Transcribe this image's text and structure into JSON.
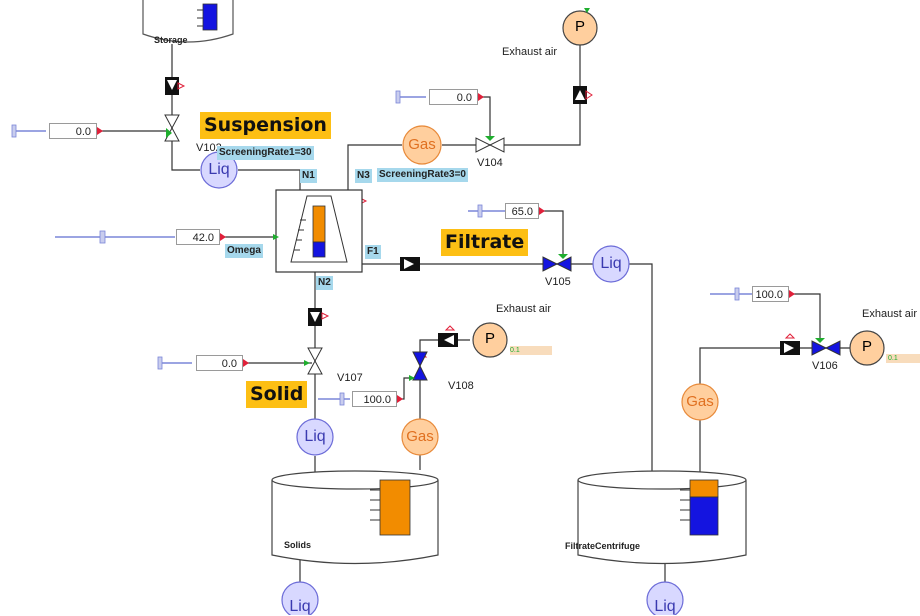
{
  "storage": {
    "label": "Storage"
  },
  "exhaust_top": {
    "label": "Exhaust air",
    "pump": "P"
  },
  "exhaust_mid": {
    "label": "Exhaust air",
    "pump": "P",
    "tail": "0.1"
  },
  "exhaust_right": {
    "label": "Exhaust air",
    "pump": "P",
    "tail": "0.1"
  },
  "titles": {
    "suspension": "Suspension",
    "filtrate": "Filtrate",
    "solid": "Solid"
  },
  "inputs": {
    "v102": "0.0",
    "v104": "0.0",
    "omega": "42.0",
    "v105": "65.0",
    "v107": "0.0",
    "v108": "100.0",
    "v106": "100.0"
  },
  "valves": {
    "v102": "V102",
    "v104": "V104",
    "v105": "V105",
    "v107": "V107",
    "v108": "V108",
    "v106": "V106"
  },
  "tags": {
    "screening1": "ScreeningRate1=30",
    "screening3": "ScreeningRate3=0",
    "n1": "N1",
    "n2": "N2",
    "n3": "N3",
    "f1": "F1",
    "omega": "Omega"
  },
  "sensors": {
    "liq": "Liq",
    "gas": "Gas"
  },
  "tanks": {
    "solids": "Solids",
    "filtrate_centrifuge": "FiltrateCentrifuge"
  },
  "colors": {
    "orange": "#f28c00",
    "blue": "#1414e0",
    "sensor_liq": "#d8d8ff",
    "sensor_gas": "#ffcf9e",
    "tag_bg": "#a6d8ec",
    "title_bg": "#fdbf14"
  }
}
